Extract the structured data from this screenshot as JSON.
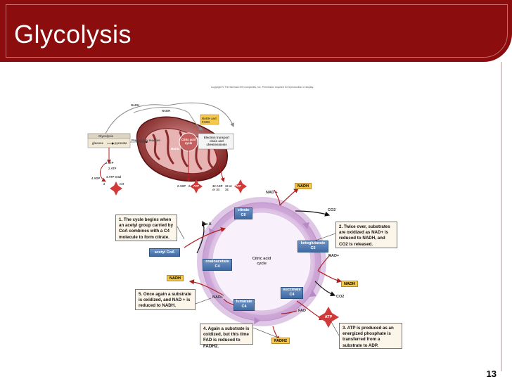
{
  "title": "Glycolysis",
  "page_number": "13",
  "copyright": "Copyright © The McGraw-Hill Companies, Inc. Permission required for reproduction or display.",
  "mito": {
    "nadh_top": "NADH",
    "nadh_mid": "NADH",
    "nadh_fadh": "NADH and FADH",
    "glycolysis_box": "Glycolysis",
    "glucose": "glucose",
    "pyruvate": "pyruvate",
    "prep": "Preparatory reaction",
    "citric_cycle": "Citric acid cycle",
    "etc": "Electron transport chain and chemiosmosis",
    "matrix": "Matrix",
    "atp2": "2 ATP",
    "atp2b": "2 ATP",
    "adp4": "4 ADP",
    "atp4total": "4 ATP total",
    "atp_net_pre": "2",
    "atp_net": "ATP",
    "atp_net_post": "net",
    "adp2": "2 ADP",
    "two": "2",
    "atp_cycle": "ATP",
    "adp32": "32 ADP or 34",
    "atp32": "32 or 34",
    "atp_etc": "ATP"
  },
  "cycle": {
    "center": "Citric acid cycle",
    "citrate": "citrate",
    "citrate_c": "C6",
    "ketoglutarate": "ketoglutarate",
    "ketoglutarate_c": "C5",
    "succinate": "succinate",
    "succinate_c": "C4",
    "fumarate": "fumarate",
    "fumarate_c": "C4",
    "oxaloacetate": "oxaloacetate",
    "oxaloacetate_c": "C4",
    "acetyl_coa": "acetyl CoA",
    "coa": "Co A",
    "nadh_1": "NADH",
    "nad_1": "NAD +",
    "co2_1": "CO2",
    "nad_2": "NAD+",
    "nadh_2": "NADH",
    "co2_2": "CO2",
    "fad": "FAD",
    "atp": "ATP",
    "fadh2": "FADH2",
    "nad_3": "NAD+",
    "nadh_3": "NADH"
  },
  "notes": {
    "n1": "1. The cycle begins when an acetyl group carried by CoA combines with a C4 molecule to form citrate.",
    "n2": "2. Twice over, substrates are oxidized as NAD+ is reduced to NADH, and CO2 is released.",
    "n3": "3. ATP is produced as an energized phosphate is transferred from a substrate to ADP.",
    "n4": "4. Again a substrate is oxidized, but this time FAD is reduced to FADH2.",
    "n5": "5. Once again a substrate is oxidized, and NAD + is reduced to NADH."
  }
}
